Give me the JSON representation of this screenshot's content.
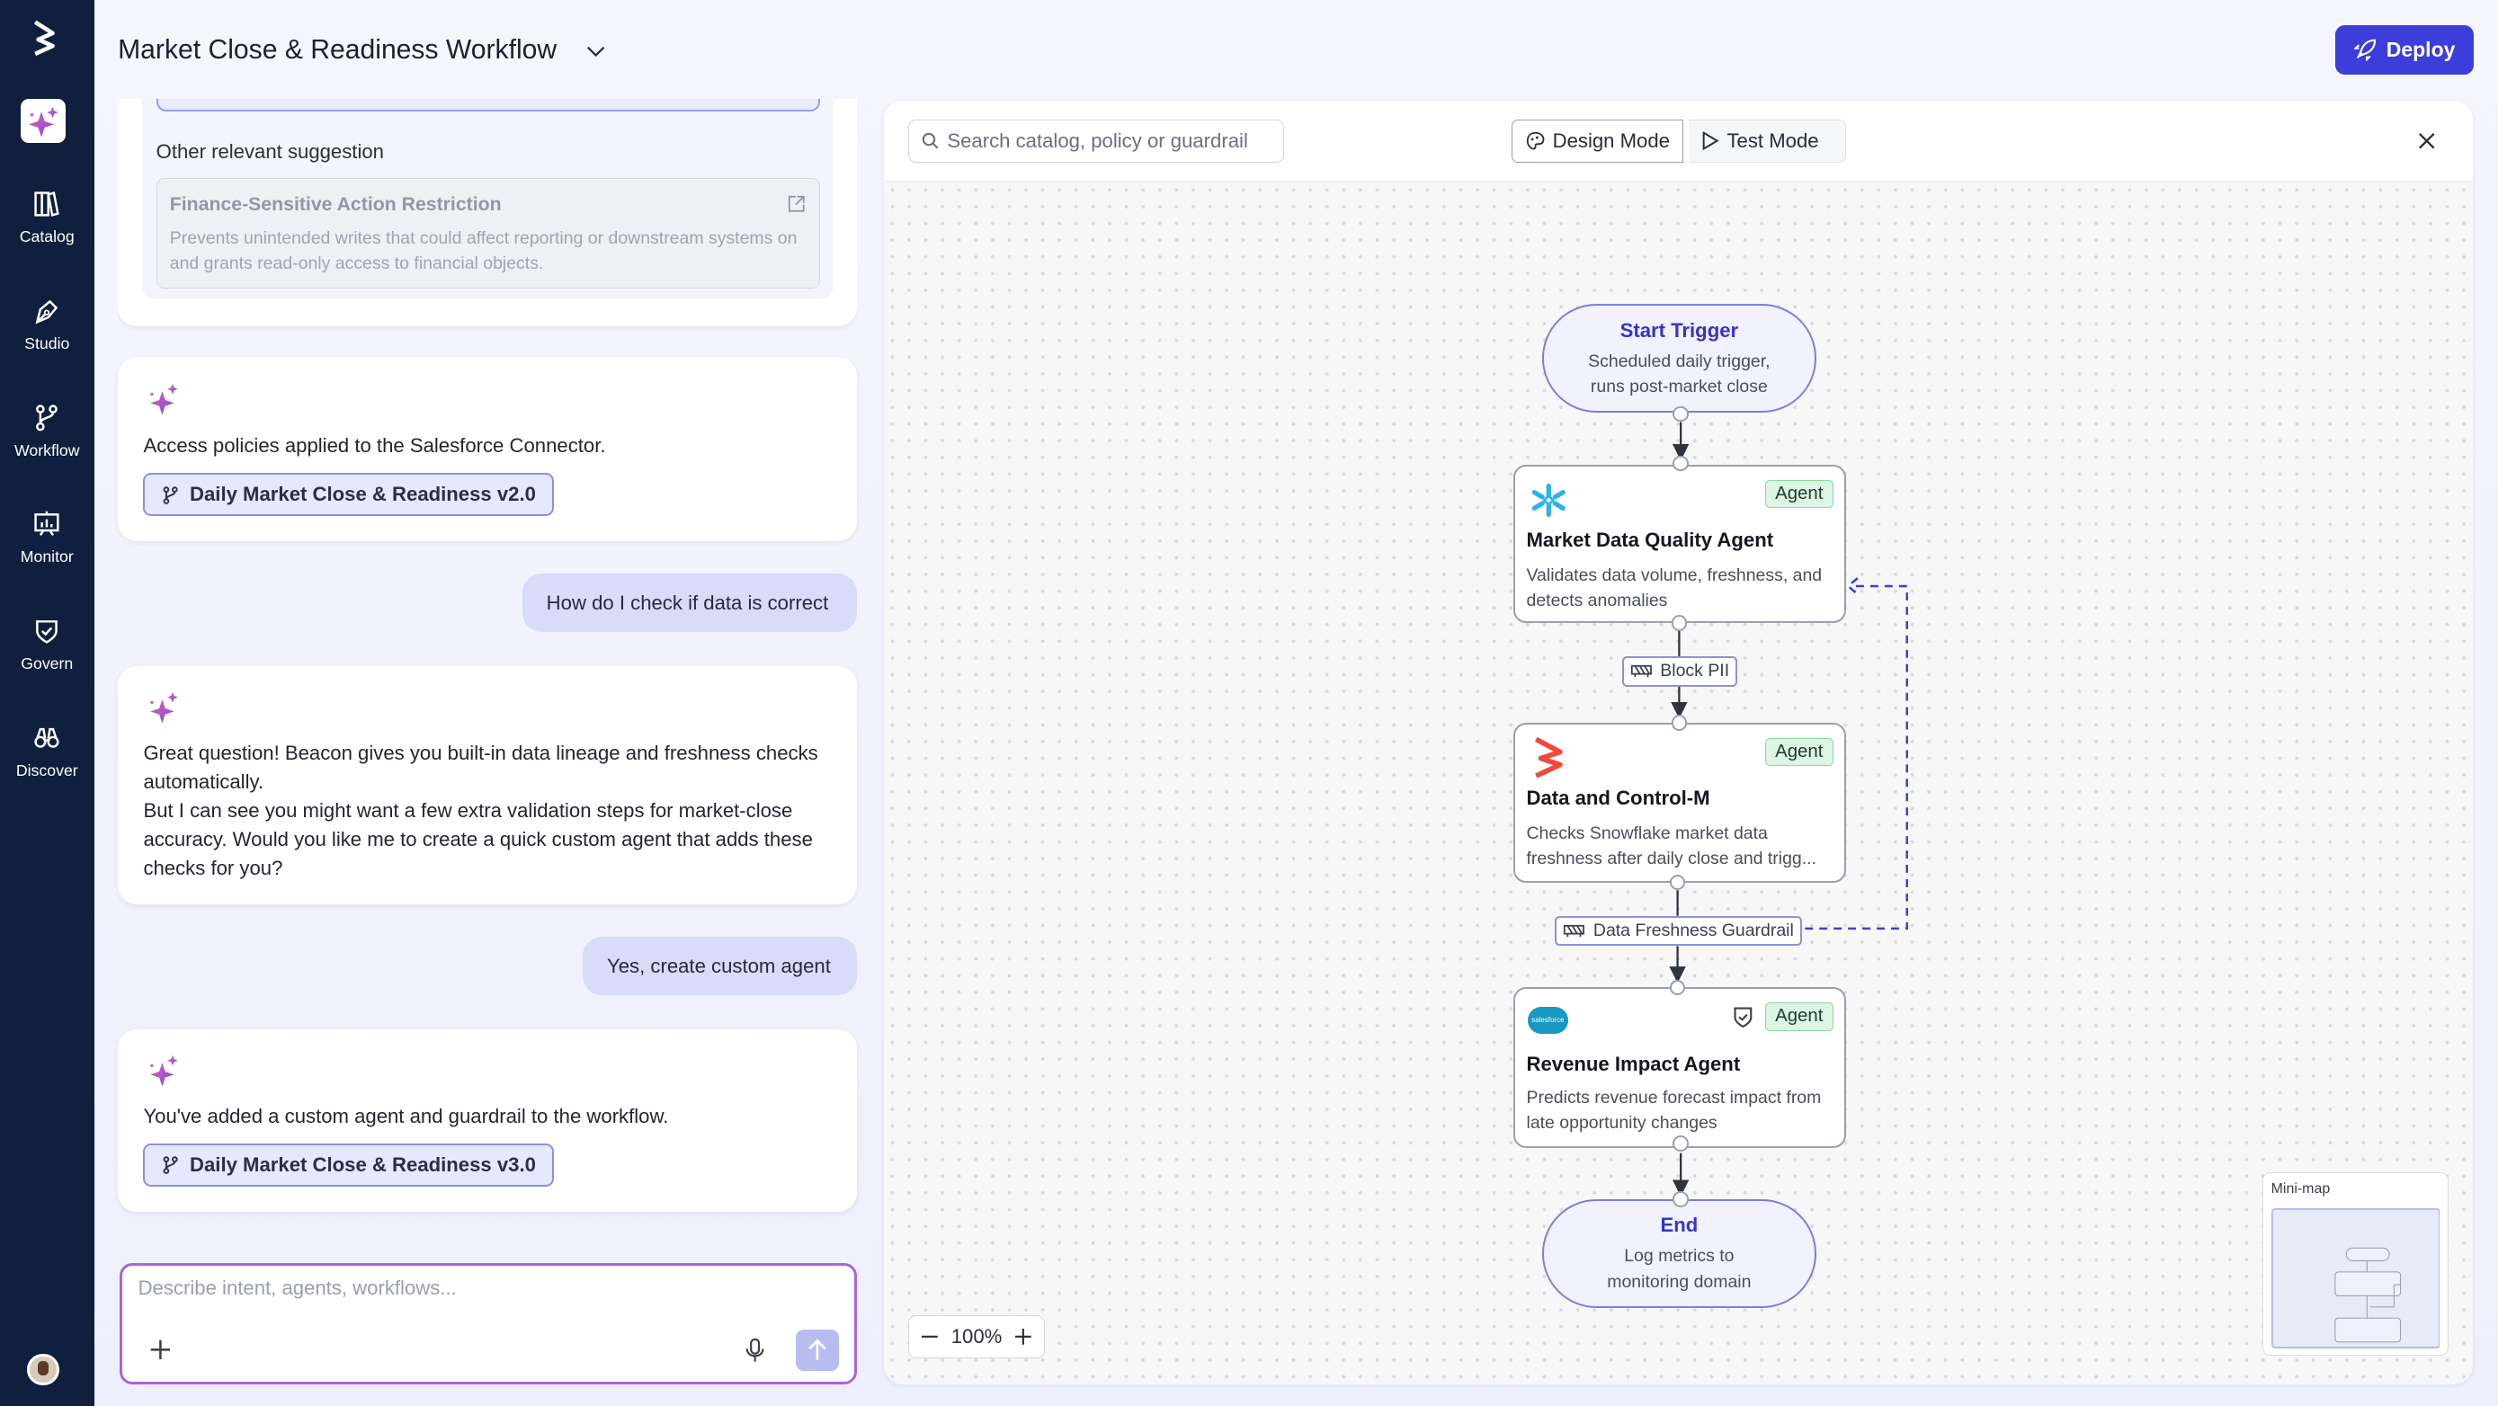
{
  "header": {
    "title": "Market Close & Readiness Workflow",
    "deploy_label": "Deploy"
  },
  "sidebar": {
    "items": [
      {
        "label": "Catalog",
        "icon": "books-icon"
      },
      {
        "label": "Studio",
        "icon": "pen-nib-icon"
      },
      {
        "label": "Workflow",
        "icon": "git-branch-icon"
      },
      {
        "label": "Monitor",
        "icon": "presentation-chart-icon"
      },
      {
        "label": "Govern",
        "icon": "shield-check-icon"
      },
      {
        "label": "Discover",
        "icon": "binoculars-icon"
      }
    ]
  },
  "chat": {
    "suggestion": {
      "heading": "Other relevant suggestion",
      "title": "Finance-Sensitive Action Restriction",
      "description": "Prevents unintended writes that could affect reporting or downstream systems on and grants read-only access to financial objects."
    },
    "messages": [
      {
        "role": "assistant",
        "text": "Access policies applied to the Salesforce Connector.",
        "chip": "Daily Market Close & Readiness v2.0"
      },
      {
        "role": "user",
        "text": "How do I check if data is correct"
      },
      {
        "role": "assistant",
        "text": "Great question! Beacon gives you built-in data lineage and freshness checks automatically.",
        "text2": "But I can see you might want a few extra validation steps for market-close accuracy. Would you like me to create a quick custom agent that adds these checks for you?"
      },
      {
        "role": "user",
        "text": "Yes, create custom agent"
      },
      {
        "role": "assistant",
        "text": "You've added a custom agent and guardrail to the workflow.",
        "chip": "Daily Market Close & Readiness v3.0"
      }
    ],
    "input_placeholder": "Describe intent, agents, workflows..."
  },
  "canvas": {
    "search_placeholder": "Search catalog, policy or guardrail",
    "modes": [
      {
        "label": "Design Mode",
        "active": true
      },
      {
        "label": "Test Mode",
        "active": false
      }
    ],
    "zoom": "100%",
    "minimap_label": "Mini-map",
    "start": {
      "title": "Start Trigger",
      "description": "Scheduled daily trigger, runs post-market close"
    },
    "nodes": [
      {
        "title": "Market Data Quality Agent",
        "description": "Validates data volume, freshness, and detects anomalies",
        "badge": "Agent",
        "logo": "snowflake-logo"
      },
      {
        "title": "Data and Control-M",
        "description": "Checks Snowflake market data freshness after daily close and trigg...",
        "badge": "Agent",
        "logo": "control-m-logo"
      },
      {
        "title": "Revenue Impact Agent",
        "description": "Predicts revenue forecast impact from late opportunity changes",
        "badge": "Agent",
        "logo": "salesforce-logo",
        "logo_text": "salesforce"
      }
    ],
    "guardrails": [
      {
        "label": "Block PII"
      },
      {
        "label": "Data Freshness Guardrail"
      }
    ],
    "end": {
      "title": "End",
      "description": "Log metrics to monitoring domain"
    }
  },
  "colors": {
    "sidebar": "#0f1f3d",
    "accent": "#3d3ddb",
    "agent_badge": "#dcf5e4",
    "guardrail_link": "#3d3ddb"
  }
}
